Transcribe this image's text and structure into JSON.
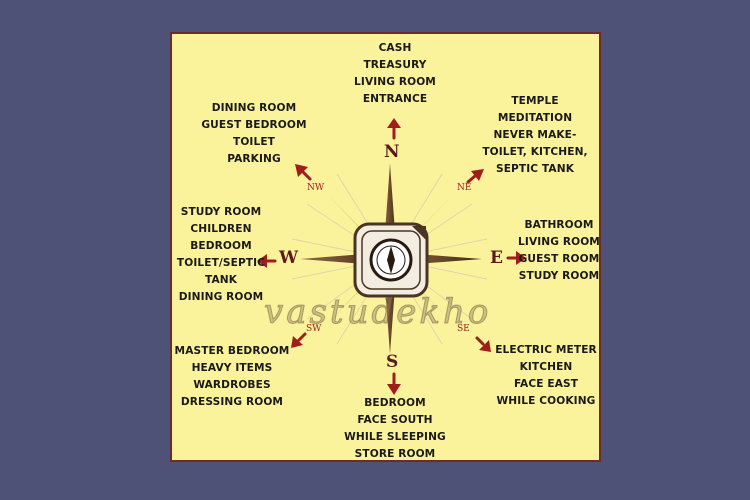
{
  "directions": {
    "n": "N",
    "s": "S",
    "e": "E",
    "w": "W",
    "ne": "NE",
    "nw": "NW",
    "se": "SE",
    "sw": "SW"
  },
  "zones": {
    "north": [
      "CASH",
      "TREASURY",
      "LIVING ROOM",
      "ENTRANCE"
    ],
    "northeast": [
      "TEMPLE",
      "MEDITATION",
      "NEVER MAKE-",
      "TOILET, KITCHEN,",
      "SEPTIC TANK"
    ],
    "northwest": [
      "DINING ROOM",
      "GUEST BEDROOM",
      "TOILET",
      "PARKING"
    ],
    "west": [
      "STUDY ROOM",
      "CHILDREN",
      "BEDROOM",
      "TOILET/SEPTIC",
      "TANK",
      "DINING ROOM"
    ],
    "east": [
      "BATHROOM",
      "LIVING ROOM",
      "GUEST ROOM",
      "STUDY ROOM"
    ],
    "southwest": [
      "MASTER BEDROOM",
      "HEAVY ITEMS",
      "WARDROBES",
      "DRESSING ROOM"
    ],
    "southeast": [
      "ELECTRIC METER",
      "KITCHEN",
      "FACE EAST",
      "WHILE COOKING"
    ],
    "south": [
      "BEDROOM",
      "FACE SOUTH",
      "WHILE SLEEPING",
      "STORE ROOM"
    ]
  },
  "watermark": "vastudekho",
  "colors": {
    "background": "#4e5276",
    "card": "#fbf39b",
    "border": "#6e2b2b",
    "arrow": "#a01d1d",
    "compass": "#6b4a2a"
  }
}
